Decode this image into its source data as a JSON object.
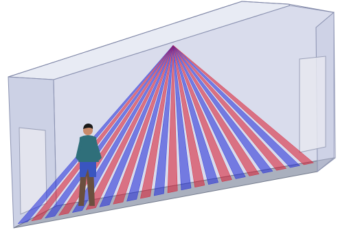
{
  "scene": {
    "colors": {
      "background": "#ffffff",
      "room_fill": "#aeb6d6",
      "room_edge": "#7f86a6",
      "floor": "#8d96a8",
      "door": "#e8e8ee",
      "beam_blue": "#1f2ad8",
      "beam_red": "#d81a2e",
      "person_shirt": "#2f6f7a",
      "person_pants": "#3a55c0",
      "person_skin": "#c98a6a",
      "person_hair": "#1a1a1a"
    },
    "beam_count": 22,
    "icons": [
      "room-model",
      "sensor-beam-fan",
      "human-figure"
    ]
  }
}
